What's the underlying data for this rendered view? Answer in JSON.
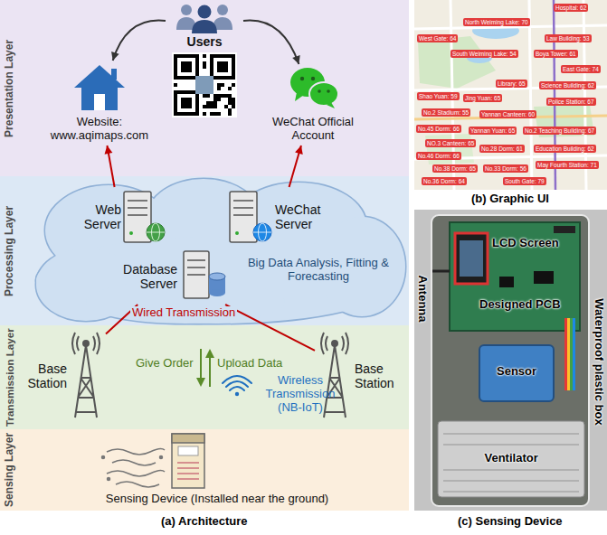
{
  "diagram": {
    "nodes": [
      {
        "text": [
          "Presentation Layer"
        ]
      },
      {
        "text": [
          "Users"
        ],
        "in": 0
      },
      {
        "text": [
          "Website: www.aqimaps.com"
        ],
        "in": 0
      },
      {
        "text": [
          "WeChat Official Account"
        ],
        "in": 0
      },
      {
        "text": [
          "Processing Layer"
        ]
      },
      {
        "text": [
          "Web Server"
        ],
        "in": 4
      },
      {
        "text": [
          "WeChat Server"
        ],
        "in": 4
      },
      {
        "text": [
          "Database Server"
        ],
        "in": 4
      },
      {
        "text": [
          "Transmission Layer"
        ]
      },
      {
        "text": [
          "Base Station"
        ],
        "in": 8
      },
      {
        "text": [
          "Base Station"
        ],
        "in": 8
      },
      {
        "text": [
          "Sensing Layer"
        ]
      },
      {
        "text": [
          "Sensing Device (Installed near the ground)"
        ],
        "in": 11
      }
    ],
    "edges": [
      {
        "from": 1,
        "to": 2,
        "arrow": "to"
      },
      {
        "from": 1,
        "to": 3,
        "arrow": "to"
      },
      {
        "from": 5,
        "to": 2,
        "arrow": "to"
      },
      {
        "from": 6,
        "to": 3,
        "arrow": "to"
      },
      {
        "from": 9,
        "to": 7,
        "arrow": "none"
      },
      {
        "from": 10,
        "to": 7,
        "arrow": "none"
      }
    ],
    "labels": [
      "Big Data Analysis, Fitting & Forecasting",
      "Wired Transmission",
      "Give Order",
      "Upload Data",
      "Wireless Transmission (NB-IoT)",
      "(a) Architecture",
      "(b) Graphic UI",
      "(c) Sensing Device",
      "Antenna",
      "LCD Screen",
      "Designed PCB",
      "Sensor",
      "Ventilator",
      "Waterproof plastic box",
      "Hospital: 62",
      "North Weiming Lake: 70",
      "West Gate: 64",
      "Law Building: 53",
      "South Weiming Lake: 54",
      "Boya Tower: 61",
      "East Gate: 74",
      "Library: 65",
      "Science Building: 62",
      "Shao Yuan: 59",
      "Jing Yuan: 65",
      "Police Station: 67",
      "No.2 Stadium: 55",
      "Yannan Canteen: 60",
      "No.45 Dorm: 66",
      "Yannan Yuan: 65",
      "No.2 Teaching Building: 67",
      "NO.3 Canteen: 65",
      "No.28 Dorm: 61",
      "Education Building: 62",
      "No.46 Dorm: 66",
      "No.38 Dorm: 65",
      "No.33 Dorm: 56",
      "May Fourth Station: 71",
      "No.36 Dorm: 64",
      "South Gate: 79"
    ]
  }
}
